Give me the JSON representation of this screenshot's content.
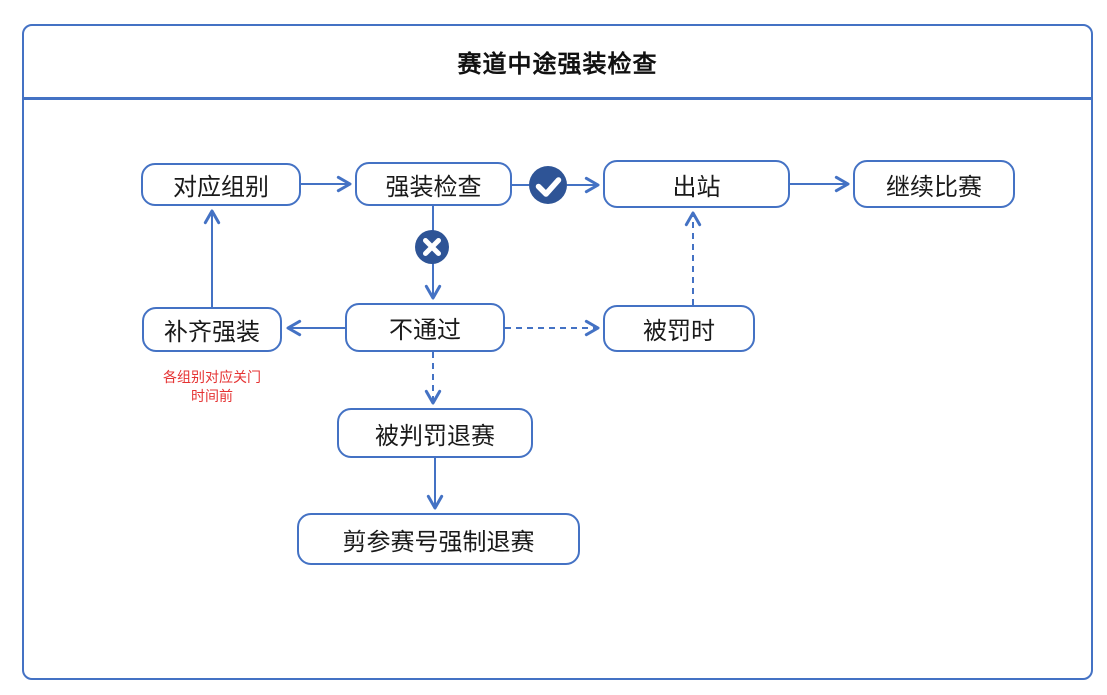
{
  "title": "赛道中途强装检查",
  "colors": {
    "line": "#4472C4",
    "badge_fill": "#2E5496",
    "badge_glyph": "#ffffff",
    "note_text": "#E53333",
    "node_text": "#1a1a1a"
  },
  "nodes": {
    "group": "对应组别",
    "gear_check": "强装检查",
    "exit_station": "出站",
    "continue_race": "继续比赛",
    "refill_gear": "补齐强装",
    "fail": "不通过",
    "time_penalty": "被罚时",
    "penalty_withdrawal": "被判罚退赛",
    "forced_withdrawal": "剪参赛号强制退赛"
  },
  "note": "各组别对应关门\n时间前",
  "icons": {
    "pass_badge": "check-icon",
    "fail_badge": "x-icon"
  }
}
